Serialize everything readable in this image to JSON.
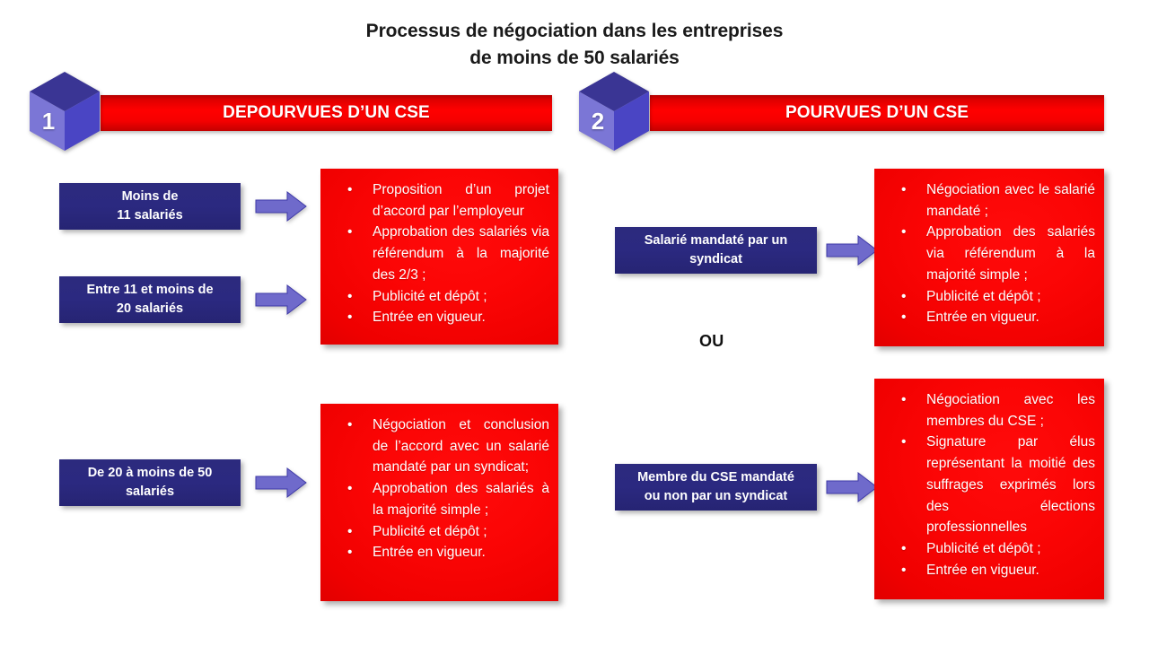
{
  "title": {
    "line1": "Processus de négociation dans les entreprises",
    "line2": "de moins de 50 salariés"
  },
  "colors": {
    "banner_red": "#ff0000",
    "box_red": "#ee0000",
    "dark_blue": "#2b2980",
    "cube_light": "#7b76d6",
    "cube_mid": "#4a45c4",
    "cube_top": "#3a3594",
    "arrow_fill": "#6f6acb",
    "arrow_stroke": "#3a3594",
    "text_white": "#ffffff",
    "text_black": "#1a1a1a"
  },
  "sections": [
    {
      "number": "1",
      "banner_label": "DEPOURVUES D’UN CSE",
      "rows": [
        {
          "labels": [
            "Moins de\n11 salariés",
            "Entre 11 et moins de\n20 salariés"
          ],
          "bullets": [
            "Proposition d’un projet d’accord par l’employeur",
            "Approbation des salariés via référendum à la majorité des 2/3 ;",
            "Publicité et dépôt ;",
            "Entrée en vigueur."
          ]
        },
        {
          "labels": [
            "De 20 à moins de 50\nsalariés"
          ],
          "bullets": [
            "Négociation et conclusion de l’accord avec un salarié mandaté par un syndicat;",
            "Approbation des salariés à la majorité simple ;",
            "Publicité et dépôt ;",
            "Entrée en vigueur."
          ]
        }
      ]
    },
    {
      "number": "2",
      "banner_label": "POURVUES D’UN CSE",
      "connector": "OU",
      "rows": [
        {
          "labels": [
            "Salarié mandaté par un\nsyndicat"
          ],
          "bullets": [
            "Négociation avec le salarié mandaté ;",
            "Approbation des salariés via référendum à la majorité simple ;",
            "Publicité et dépôt ;",
            "Entrée en vigueur."
          ]
        },
        {
          "labels": [
            "Membre du CSE mandaté\nou non par un syndicat"
          ],
          "bullets": [
            "Négociation avec les membres du CSE ;",
            "Signature par élus représentant la moitié des suffrages exprimés lors des élections professionnelles",
            "Publicité et dépôt ;",
            "Entrée en vigueur."
          ]
        }
      ]
    }
  ],
  "bullet_glyph": "•",
  "boxes": {
    "left_label_1": "Moins de\n11 salariés",
    "left_label_2": "Entre 11 et moins de\n20 salariés",
    "left_label_3": "De 20 à moins de 50\nsalariés",
    "right_label_1": "Salarié mandaté par un\nsyndicat",
    "right_label_2": "Membre du CSE mandaté\nou non par un syndicat"
  }
}
